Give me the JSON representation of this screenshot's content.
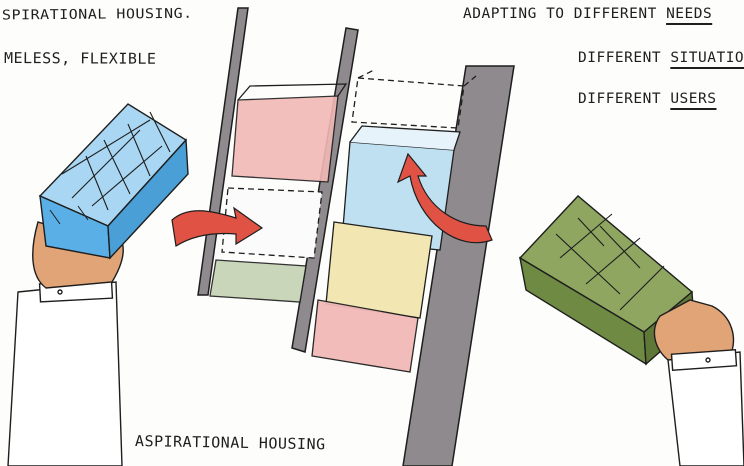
{
  "notes": {
    "top_left_title": "SPIRATIONAL HOUSING.",
    "top_left_sub": "MELESS, FLEXIBLE",
    "top_right_heading_a": "ADAPTING TO DIFFERENT",
    "top_right_heading_b": "NEEDS",
    "top_right_line2_a": "DIFFERENT",
    "top_right_line2_b": "SITUATIO",
    "top_right_line3_a": "DIFFERENT",
    "top_right_line3_b": "USERS",
    "bottom_caption": "ASPIRATIONAL HOUSING"
  },
  "colors": {
    "ink": "#1e1e1e",
    "wall": "#8f8a8d",
    "pink": "#f1b9b6",
    "blue_box": "#5ab0e6",
    "light_blue": "#bfe0f1",
    "cream": "#f2e7b3",
    "green_box": "#6f8a43",
    "sage": "#c5d2b3",
    "arrow_red": "#e05344",
    "skin": "#e0a477"
  }
}
